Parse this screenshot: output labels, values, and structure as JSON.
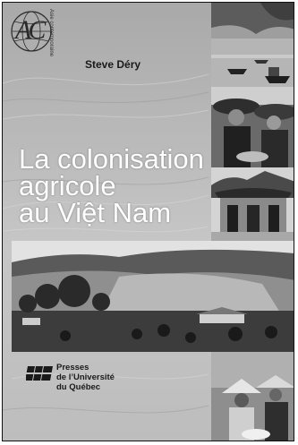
{
  "cover": {
    "collection": "Asie contemporaine",
    "author": "Steve Déry",
    "title_lines": [
      "La colonisation",
      "agricole",
      "au Việt Nam"
    ],
    "publisher_lines": [
      "Presses",
      "de l’Université",
      "du Québec"
    ]
  },
  "colors": {
    "title_text": "#ffffff",
    "background": "#b8b8b8"
  }
}
